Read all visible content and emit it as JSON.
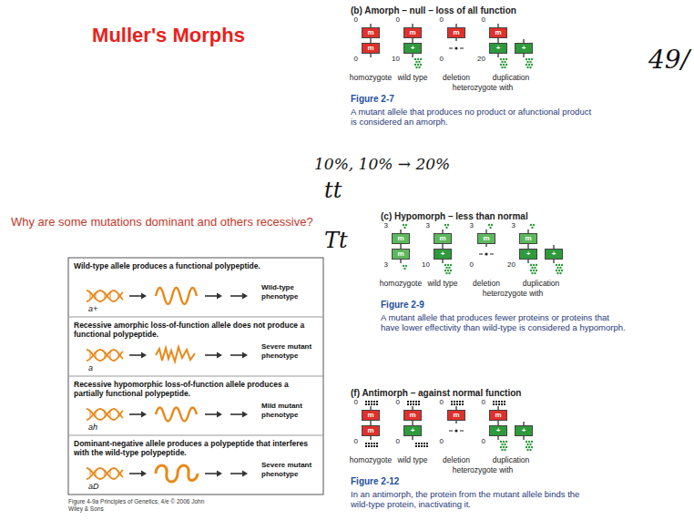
{
  "diagram": {
    "title": "Muller's Morphs",
    "nodes": [
      {
        "text": [
          "Wild-type allele produces a functional polypeptide.",
          "a+",
          "Wild-type phenotype"
        ]
      },
      {
        "text": [
          "Recessive amorphic loss-of-function allele does not produce a functional polypeptide.",
          "a",
          "Severe mutant phenotype"
        ]
      },
      {
        "text": [
          "Recessive hypomorphic loss-of-function allele produces a partially functional polypeptide.",
          "ah",
          "Mild mutant phenotype"
        ]
      },
      {
        "text": [
          "Dominant-negative allele produces a polypeptide that interferes with the wild-type polypeptide.",
          "aD",
          "Severe mutant phenotype"
        ]
      },
      {
        "text": [
          "m"
        ]
      },
      {
        "text": [
          "m"
        ]
      },
      {
        "text": [
          "m"
        ]
      },
      {
        "text": [
          "+"
        ]
      },
      {
        "text": [
          "m"
        ]
      },
      {
        "text": [
          "m"
        ]
      },
      {
        "text": [
          "+"
        ]
      },
      {
        "text": [
          "+"
        ]
      },
      {
        "text": [
          "m"
        ]
      },
      {
        "text": [
          "m"
        ]
      },
      {
        "text": [
          "m"
        ]
      },
      {
        "text": [
          "+"
        ]
      },
      {
        "text": [
          "m"
        ]
      },
      {
        "text": [
          "m"
        ]
      },
      {
        "text": [
          "+"
        ]
      },
      {
        "text": [
          "+"
        ]
      },
      {
        "text": [
          "m"
        ]
      },
      {
        "text": [
          "m"
        ]
      },
      {
        "text": [
          "m"
        ]
      },
      {
        "text": [
          "+"
        ]
      },
      {
        "text": [
          "m"
        ]
      },
      {
        "text": [
          "m"
        ]
      },
      {
        "text": [
          "+"
        ]
      },
      {
        "text": [
          "+"
        ]
      }
    ],
    "labels": [
      "Why are some mutations dominant and others recessive?",
      "Figure 4-9a Principles of Genetics, 4/e © 2006 John Wiley & Sons",
      "10%, 10% → 20%",
      "tt",
      "Tt",
      "49/",
      "(b) Amorph – null – loss of all function",
      "0",
      "0",
      "0",
      "10",
      "0",
      "0",
      "0",
      "20",
      "homozygote",
      "wild type",
      "deletion",
      "duplication",
      "heterozygote with",
      "Figure 2-7",
      "A mutant allele that produces no product or afunctional product is considered an amorph.",
      "(c) Hypomorph – less than normal",
      "3",
      "3",
      "3",
      "10",
      "3",
      "0",
      "3",
      "20",
      "homozygote",
      "wild type",
      "deletion",
      "duplication",
      "heterozygote with",
      "Figure 2-9",
      "A mutant allele that produces fewer proteins or proteins that have lower effectivity than wild-type is considered a hypomorph.",
      "(f) Antimorph – against normal function",
      "0",
      "0",
      "0",
      "0",
      "0",
      "0",
      "0",
      "0",
      "homozygote",
      "wild type",
      "deletion",
      "duplication",
      "heterozygote with",
      "Figure 2-12",
      "In an antimorph, the protein from the mutant allele binds the wild-type protein, inactivating it."
    ]
  }
}
